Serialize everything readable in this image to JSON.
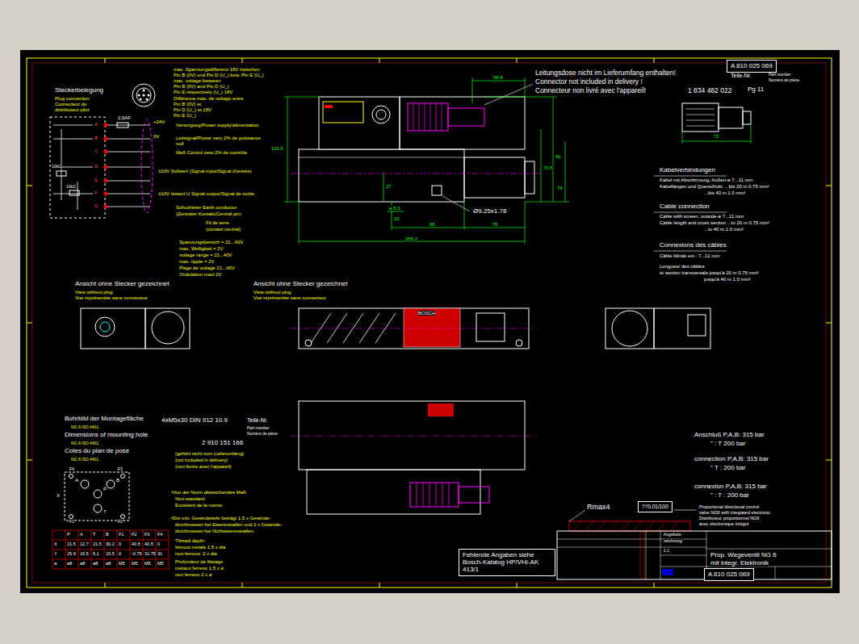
{
  "diagram": {
    "nodes": [
      {
        "text": [
          "A 810 025 069"
        ]
      },
      {
        "text": [
          "??0.01/100"
        ]
      },
      {
        "text": [
          "Fehlende Angaben siehe Bosch-Katalog HP/VHI-AK 413/1"
        ]
      },
      {
        "text": [
          "A 810 025 069"
        ]
      }
    ],
    "labels": [
      "Steckerbelegung",
      "Plug connection",
      "Connecteur du",
      "distributeur pilot",
      "max. Spannungsdifferenz 18V zwischen",
      "Pin B (0V) und Pin D (U_) bzw. Pin E (U_)",
      "max. voltage between",
      "Pin B (0V) and Pin D (U_)",
      "Pin E respectively (U_) 18V",
      "Différence max. de voltage entre",
      "Pin B (0V) et",
      "Pin D (U_) et 18V",
      "Pin E (U_)",
      "2.5AF",
      "+24V",
      "0V",
      "Versorgung/Power supply/alimentation",
      "Leitsignal/Power zero 2% de puissance",
      "null",
      "Meß  Control zero 2% de contrôle",
      "±10V Sollwert (Signal input/Signal d'entrée)",
      "±10V Istwert U Signal output/Signal de sortie",
      "Schutzleiter  Earth conductor",
      "(Zentraler Kontakt/Central pin)",
      "Fil de terre",
      "(contact central)",
      "A",
      "B",
      "C",
      "D",
      "E",
      "F",
      "G",
      "10kΩ",
      "10kΩ",
      "Spannungsbereich = 21...40V",
      "max. Welligkeit = 2V",
      "voltage range = 21...40V",
      "max. ripple = 2V",
      "Plage de voltage 21...40V",
      "Ondulation maxi 2V",
      "Leitungsdose nicht im Lieferumfang enthalten!",
      "Connector not included in delivery !",
      "Connecteur non livré avec l'appareil!",
      "1 834 482 022",
      "Teile-Nr.",
      "Part number",
      "Numéro de pièce",
      "Pg 11",
      "72",
      "58.8",
      "116.5",
      "70.5",
      "91",
      "74",
      "27",
      "ø 5.3",
      "13",
      "65",
      "70",
      "255.2",
      "Ø9.25x1.78",
      "Kabelverbindungen",
      "Kabel mit Abschirmung, Außen-ø 7...11 mm",
      "Kabellängen und Querschnitt: ...bis 20 m 0.75 mm²",
      "...bis 40 m 1.0 mm²",
      "Cable connection",
      "Cable with screen, outside-ø 7...11 mm",
      "Cable length and cross section ...to 20 m 0.75 mm²",
      "...to 40 m 1.0 mm²",
      "Connexions des câbles",
      "Câble blindé ext.: 7...11 mm",
      "Longueur des câbles",
      "et section transversale jusqu'à 20 m 0.75 mm²",
      "jusqu'à 40 m 1.0 mm²",
      "Ansicht ohne Stecker gezeichnet",
      "View without plug",
      "Vue représentée sans connecteur",
      "Ansicht ohne Stecker gezeichnet",
      "View without plug",
      "Vue représentée sans connecteur",
      "BOSCH",
      "Bohrbild der Montagefläche",
      "NG 6  ISO 4401",
      "Dimensions of mounting hole",
      "NG 6  ISO 4401",
      "Cotes du plan de pose",
      "NG 6  ISO 4401",
      "4xM5x30  DIN 912  10.9",
      "Teile-Nr.",
      "Part number",
      "Numéro de pièce",
      "2 910 151 166",
      "(gehört nicht zum Lieferumfang)",
      "(not included in delivery)",
      "(non livrée avec l'appareil)",
      "¹Von der Norm abweichendes Maß",
      "Non-standard",
      "Excédent de la norme",
      "²Die min. Gewindetiefe beträgt 1.5 x Gewinde-",
      "durchmesser bei Eisenmetallen und 2 x Gewinde-",
      "durchmesser bei Nichteisenmetallen.",
      "Thread depth:",
      "ferrous metals 1.5 x dia",
      "non-ferrous: 2 x dia",
      "Profondeur de filetage",
      "métaux ferreux 1.5 x ø",
      "non ferreux 2 x ø",
      "P",
      "A",
      "B",
      "T",
      "F1",
      "F2",
      "F3",
      "F4",
      "X",
      "P",
      "A",
      "T",
      "B",
      "F1",
      "F2",
      "F3",
      "F4",
      "X",
      "21.5",
      "12.7",
      "21.5",
      "30.2",
      "0",
      "40.5",
      "40.5",
      "0",
      "Y",
      "25.9",
      "15.5",
      "5.1",
      "15.5",
      "0",
      "-0.75",
      "31.75",
      "31",
      "ø",
      "ø8",
      "ø8",
      "ø8",
      "ø8",
      "M5",
      "M5",
      "M5",
      "M5",
      "Anschluß P,A,B: 315 bar",
      "\"  : T   200 bar",
      "connection P,A,B: 315 bar",
      "\"      T  : 200 bar",
      "connexion P,A,B: 315 bar",
      "\"  : T : 200 bar",
      "Rmax4",
      "Proportional directional control",
      "valve NG6 with integrated electronic",
      "Distributeur proportionnel NG6",
      "avec électronique intégré",
      "Angebots-",
      "zeichnung",
      "1:1",
      "Prop. Wegeventil NG 6",
      "mit integr. Elektronik"
    ]
  }
}
